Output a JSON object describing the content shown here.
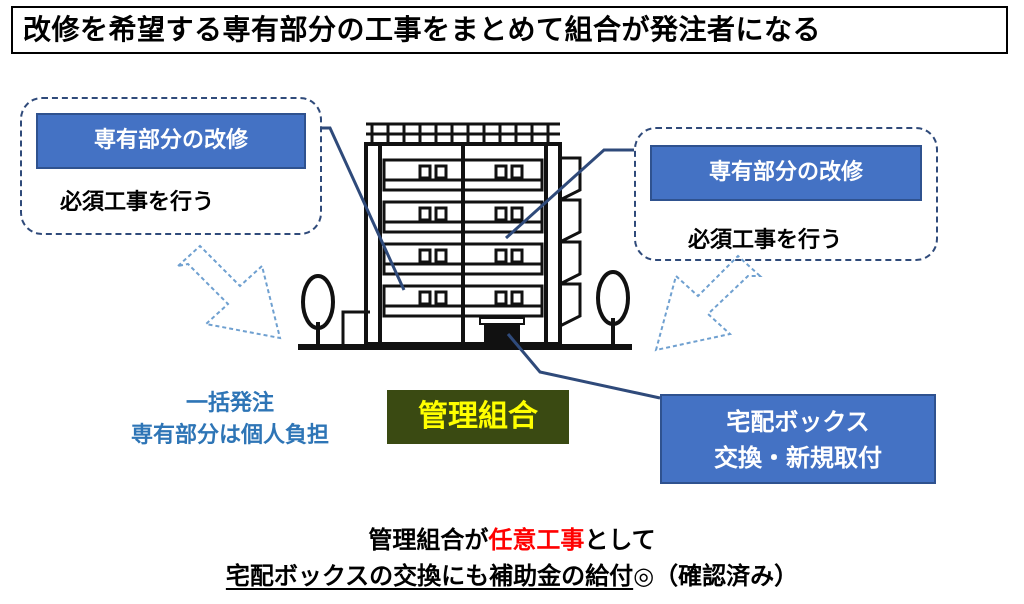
{
  "title": "改修を希望する専有部分の工事をまとめて組合が発注者になる",
  "left_callout": {
    "label": "専有部分の改修",
    "text": "必須工事を行う"
  },
  "right_callout": {
    "label": "専有部分の改修",
    "text": "必須工事を行う"
  },
  "bulk_order": {
    "line1": "一括発注",
    "line2": "専有部分は個人負担"
  },
  "management": "管理組合",
  "delivery_box": {
    "line1": "宅配ボックス",
    "line2": "交換・新規取付"
  },
  "footer": {
    "line1_a": "管理組合が",
    "line1_b": "任意工事",
    "line1_c": "として",
    "line2_a": "宅配ボックスの交換にも補助金の給付",
    "line2_b": "◎（確認済み）"
  },
  "colors": {
    "blue": "#4472c4",
    "dark_olive": "#3a4a12",
    "yellow": "#ffff00",
    "accent_blue": "#2e75b6",
    "red": "#ff0000"
  }
}
